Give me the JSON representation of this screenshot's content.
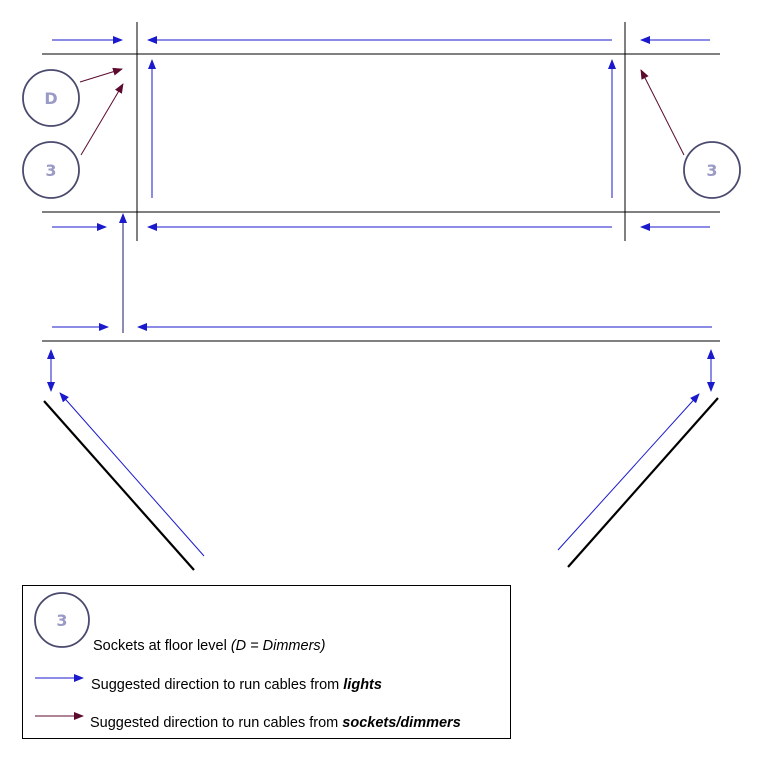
{
  "colors": {
    "structure": "#000000",
    "light_arrow": "#1a1acc",
    "socket_arrow": "#5c0a2e",
    "circle_stroke": "#4a4a6e",
    "circle_text": "#9a9ac6"
  },
  "sockets": {
    "dimmer": "D",
    "left_count": "3",
    "right_count": "3"
  },
  "legend": {
    "socket_symbol": "3",
    "socket_text": "Sockets at floor level ",
    "socket_note": "(D = Dimmers)",
    "lights_text": "Suggested direction to run cables from ",
    "lights_em": "lights",
    "sockets_text": "Suggested direction to run cables from ",
    "sockets_em": "sockets/dimmers"
  }
}
